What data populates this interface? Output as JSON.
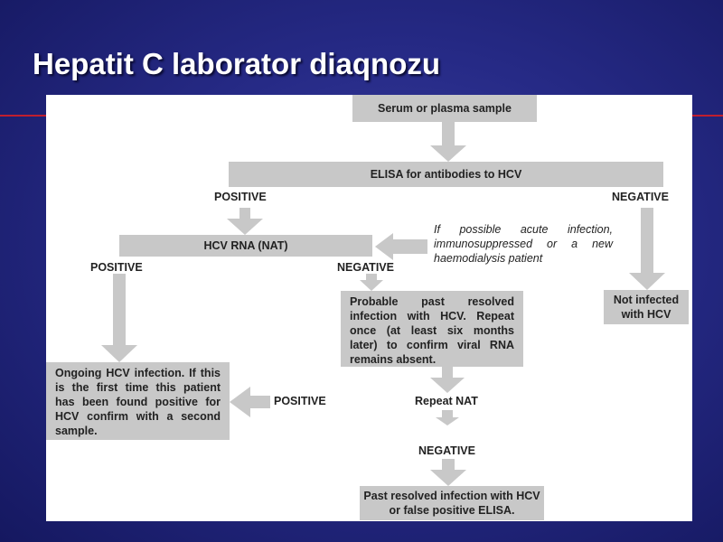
{
  "slide": {
    "title": "Hepatit C laborator diaqnozu",
    "accent_color": "#c01e2e"
  },
  "flowchart": {
    "sample": "Serum or plasma sample",
    "elisa": "ELISA for antibodies to HCV",
    "elisa_positive": "POSITIVE",
    "elisa_negative": "NEGATIVE",
    "nat": "HCV RNA (NAT)",
    "acute_note": "If possible acute infection, immunosuppressed or a new haemodialysis patient",
    "nat_positive": "POSITIVE",
    "nat_negative": "NEGATIVE",
    "not_infected": "Not infected with HCV",
    "probable_past": "Probable past resolved infection with HCV. Repeat once (at least six months later) to confirm viral RNA remains absent.",
    "ongoing": "Ongoing HCV infection. If this is the first time this patient has been found positive for HCV confirm with a second sample.",
    "repeat_positive": "POSITIVE",
    "repeat_nat": "Repeat NAT",
    "repeat_negative": "NEGATIVE",
    "past_resolved": "Past resolved infection with HCV or false positive ELISA."
  }
}
